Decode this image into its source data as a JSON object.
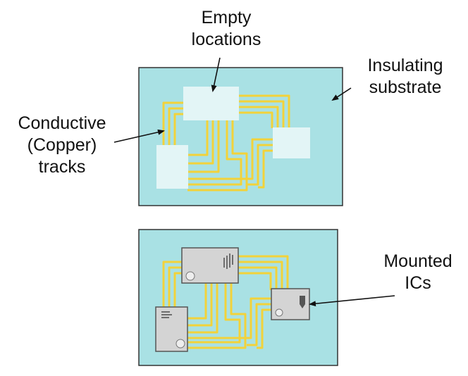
{
  "labels": {
    "empty_locations": [
      "Empty",
      "locations"
    ],
    "insulating_substrate": [
      "Insulating",
      "substrate"
    ],
    "conductive_tracks": [
      "Conductive",
      "(Copper)",
      "tracks"
    ],
    "mounted_ics": [
      "Mounted",
      "ICs"
    ]
  },
  "colors": {
    "substrate": "#a9e1e4",
    "board_border": "#333333",
    "track": "#f2d23a",
    "empty_pad": "#e6f6f7",
    "ic_body": "#d4d4d4",
    "ic_border": "#555555",
    "ic_marking": "#555555",
    "arrow": "#111111"
  },
  "icons": {
    "ic_marking": "ic-marking-icon",
    "pin1_dot": "pin1-dot-icon"
  }
}
